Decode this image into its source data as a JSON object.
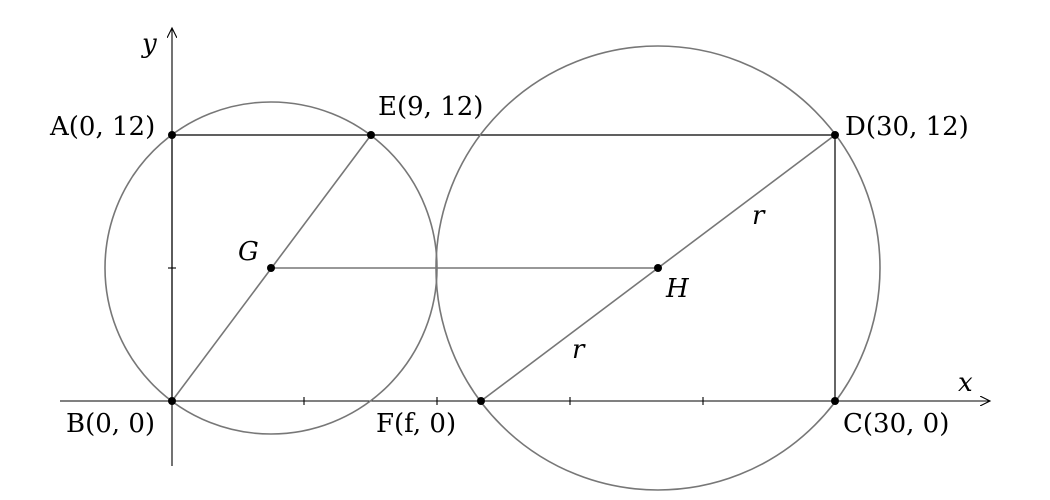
{
  "axes": {
    "x_label": "x",
    "y_label": "y"
  },
  "points": {
    "A": {
      "label": "A(0, 12)",
      "x": 0,
      "y": 12
    },
    "B": {
      "label": "B(0, 0)",
      "x": 0,
      "y": 0
    },
    "C": {
      "label": "C(30, 0)",
      "x": 30,
      "y": 0
    },
    "D": {
      "label": "D(30, 12)",
      "x": 30,
      "y": 12
    },
    "E": {
      "label": "E(9, 12)",
      "x": 9,
      "y": 12
    },
    "F": {
      "label": "F(f, 0)"
    },
    "G": {
      "label": "G"
    },
    "H": {
      "label": "H"
    }
  },
  "radius_labels": [
    "r",
    "r"
  ],
  "colors": {
    "circle": "#777777",
    "rectangle": "#000000",
    "axis": "#000000"
  }
}
